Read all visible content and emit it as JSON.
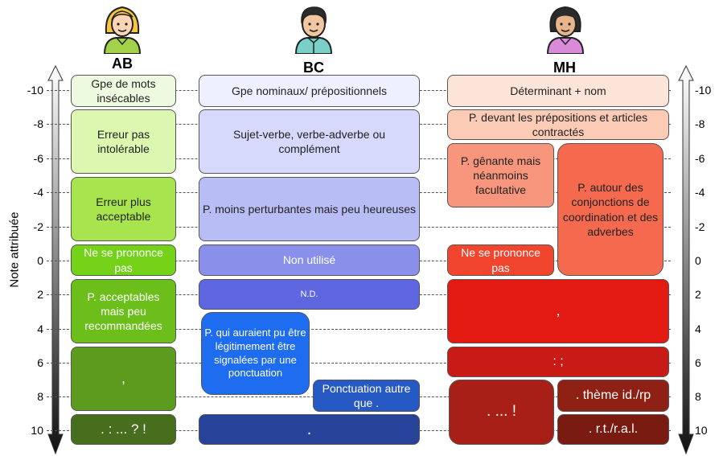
{
  "y_axis_label": "Note attribuée",
  "ticks": [
    "-10",
    "-8",
    "-6",
    "-4",
    "-2",
    "0",
    "2",
    "4",
    "6",
    "8",
    "10"
  ],
  "persons": {
    "ab": "AB",
    "bc": "BC",
    "mh": "MH"
  },
  "ab": {
    "b1": "Gpe de mots insécables",
    "b2": "Erreur pas intolérable",
    "b3": "Erreur plus acceptable",
    "b4": "Ne se prononce pas",
    "b5": "P. acceptables mais peu recommandées",
    "b6": ",",
    "b7": ". : ... ? !"
  },
  "bc": {
    "b1": "Gpe nominaux/ prépositionnels",
    "b2": "Sujet-verbe, verbe-adverbe ou complément",
    "b3": "P. moins perturbantes mais peu heureuses",
    "b4": "Non utilisé",
    "b5": "N.D.",
    "b6": "P. qui auraient pu être légitimement être signalées par une ponctuation",
    "b7": "Ponctuation autre que .",
    "b8": "."
  },
  "mh": {
    "b1": "Déterminant + nom",
    "b2": "P. devant les prépositions et articles contractés",
    "b3": "P. gênante mais néanmoins facultative",
    "b4": "P. autour des conjonctions de coordination et des adverbes",
    "b5": "Ne se prononce pas",
    "b6": ",",
    "b7": ": ;",
    "b8": ". ... !",
    "b9": ". thème id./rp",
    "b10": ". r.t./r.a.l."
  }
}
